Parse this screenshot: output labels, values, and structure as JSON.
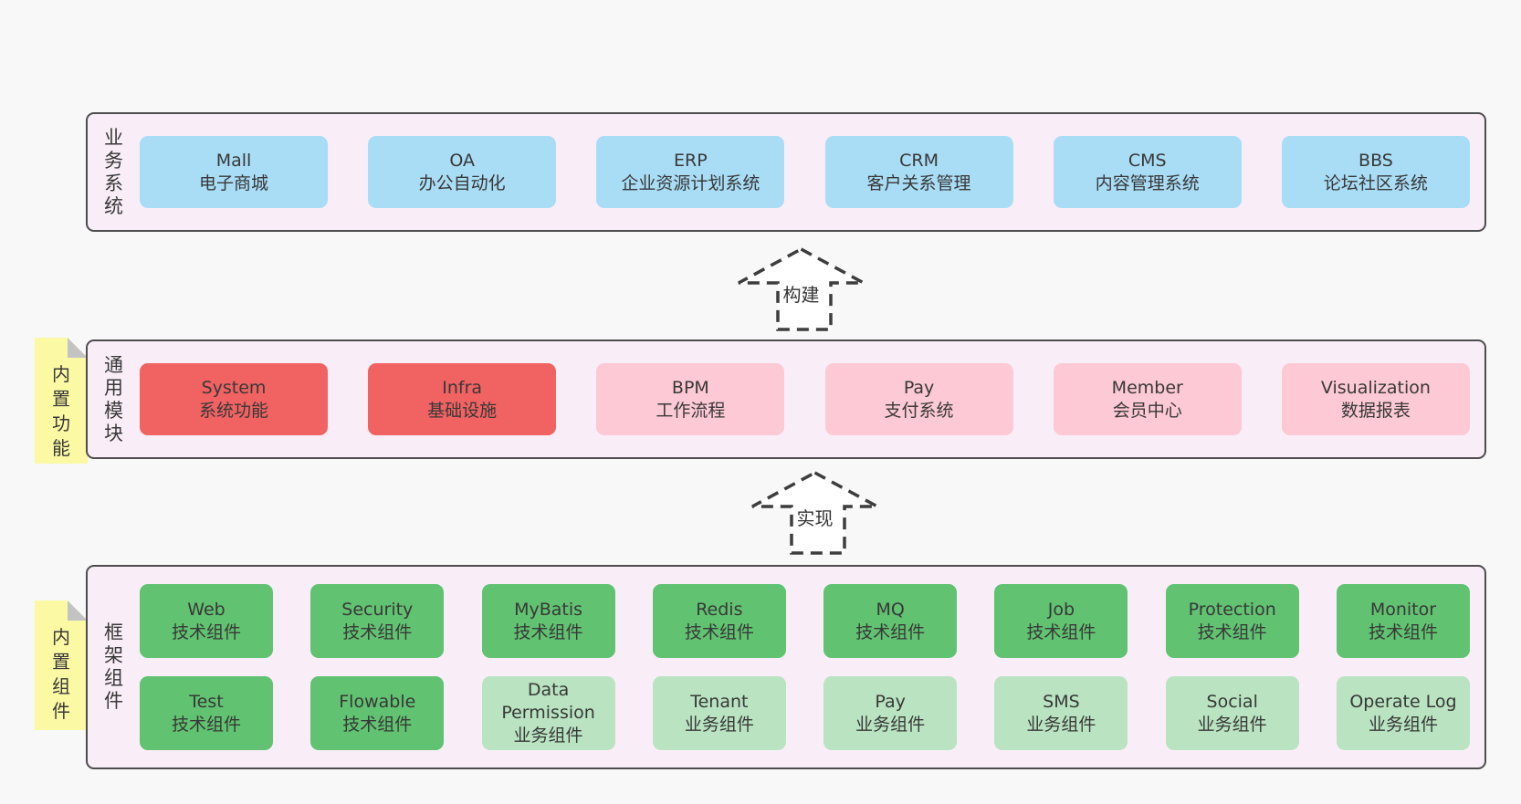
{
  "colors": {
    "page_bg": "#f8f8f8",
    "container_bg": "#f9eef8",
    "container_border": "#4d4d4d",
    "blue_box": "#a9dcf5",
    "red_box": "#f16262",
    "pink_box": "#fcc9d4",
    "green_box": "#61c271",
    "green_light_box": "#b9e3c1",
    "note_yellow": "#fcf9a4",
    "note_fold_gray": "#c3c3c3",
    "text": "#383838",
    "arrow_stroke": "#3d3d3d"
  },
  "arrows": [
    {
      "label": "构建"
    },
    {
      "label": "实现"
    }
  ],
  "layers": {
    "business": {
      "side_label": "业务系统",
      "boxes": [
        {
          "title": "Mall",
          "subtitle": "电子商城"
        },
        {
          "title": "OA",
          "subtitle": "办公自动化"
        },
        {
          "title": "ERP",
          "subtitle": "企业资源计划系统"
        },
        {
          "title": "CRM",
          "subtitle": "客户关系管理"
        },
        {
          "title": "CMS",
          "subtitle": "内容管理系统"
        },
        {
          "title": "BBS",
          "subtitle": "论坛社区系统"
        }
      ]
    },
    "common": {
      "side_label": "通用模块",
      "note": "内置功能",
      "boxes": [
        {
          "title": "System",
          "subtitle": "系统功能"
        },
        {
          "title": "Infra",
          "subtitle": "基础设施"
        },
        {
          "title": "BPM",
          "subtitle": "工作流程"
        },
        {
          "title": "Pay",
          "subtitle": "支付系统"
        },
        {
          "title": "Member",
          "subtitle": "会员中心"
        },
        {
          "title": "Visualization",
          "subtitle": "数据报表"
        }
      ]
    },
    "framework": {
      "side_label": "框架组件",
      "note": "内置组件",
      "row1": [
        {
          "title": "Web",
          "subtitle": "技术组件"
        },
        {
          "title": "Security",
          "subtitle": "技术组件"
        },
        {
          "title": "MyBatis",
          "subtitle": "技术组件"
        },
        {
          "title": "Redis",
          "subtitle": "技术组件"
        },
        {
          "title": "MQ",
          "subtitle": "技术组件"
        },
        {
          "title": "Job",
          "subtitle": "技术组件"
        },
        {
          "title": "Protection",
          "subtitle": "技术组件"
        },
        {
          "title": "Monitor",
          "subtitle": "技术组件"
        }
      ],
      "row2": [
        {
          "title": "Test",
          "subtitle": "技术组件"
        },
        {
          "title": "Flowable",
          "subtitle": "技术组件"
        },
        {
          "title": "Data Permission",
          "subtitle": "业务组件"
        },
        {
          "title": "Tenant",
          "subtitle": "业务组件"
        },
        {
          "title": "Pay",
          "subtitle": "业务组件"
        },
        {
          "title": "SMS",
          "subtitle": "业务组件"
        },
        {
          "title": "Social",
          "subtitle": "业务组件"
        },
        {
          "title": "Operate Log",
          "subtitle": "业务组件"
        }
      ]
    }
  }
}
